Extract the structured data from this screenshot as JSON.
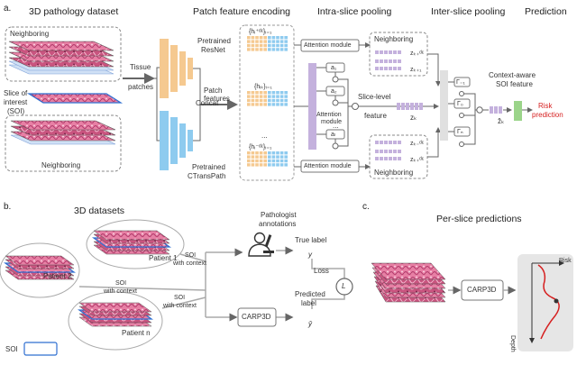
{
  "panel_a": {
    "label": "a.",
    "headers": {
      "dataset": "3D pathology dataset",
      "encoding": "Patch feature encoding",
      "intra": "Intra-slice pooling",
      "inter": "Inter-slice pooling",
      "prediction": "Prediction"
    },
    "neighboring_top": "Neighboring",
    "neighboring_bottom": "Neighboring",
    "soi_line1": "Slice of",
    "soi_line2": "interest",
    "soi_line3": "(SOI)",
    "tissue_line1": "Tissue",
    "tissue_line2": "patches",
    "pretrained_resnet_line1": "Pretrained",
    "pretrained_resnet_line2": "ResNet",
    "concat": "Concat",
    "pretrained_ctrans_line1": "Pretrained",
    "pretrained_ctrans_line2": "CTransPath",
    "patch_features_line1": "Patch",
    "patch_features_line2": "features",
    "feature_top": "{hᵢ⁺ᵈᵋ}ᵢ₌₁",
    "feature_mid": "{hᵢₖ}ᵢ₌₁",
    "feature_bot": "{hᵢ⁻ᵈᵋ}ᵢ₌₁",
    "attention_top": "Attention module",
    "attention_mid_line1": "Attention",
    "attention_mid_line2": "module",
    "attention_bot": "Attention module",
    "a1": "a₁",
    "a2": "a₂",
    "aI": "aₗ",
    "slice_level_line1": "Slice-level",
    "slice_level_line2": "feature",
    "zk": "zₖ",
    "neighboring_top_inter": "Neighboring",
    "neighboring_bot_inter": "Neighboring",
    "z_top1": "zₖ₊ᵈᵋ",
    "z_top2": "zₖ₊₁",
    "z_bot1": "zₖ₋ᵈᵋ",
    "z_bot2": "zₖ₊ᵈᵋ",
    "gamma_top": "Γ₋₁",
    "gamma_mid": "Γ₀",
    "gamma_bot": "Γₙ",
    "context_line1": "Context-aware",
    "context_line2": "SOI feature",
    "zk_hat": "ẑₖ",
    "risk_line1": "Risk",
    "risk_line2": "prediction",
    "dots": "..."
  },
  "panel_b": {
    "label": "b.",
    "datasets": "3D datasets",
    "patient1": "Patient 1",
    "patient2": "Patient 2",
    "patientn": "Patient n",
    "soi_context_1_line1": "SOI",
    "soi_context_1_line2": "with context",
    "soi_context_2_line1": "SOI",
    "soi_context_2_line2": "with context",
    "soi_context_3_line1": "SOI",
    "soi_context_3_line2": "with context",
    "pathologist_line1": "Pathologist",
    "pathologist_line2": "annotations",
    "true_label": "True label",
    "y": "y",
    "loss": "Loss",
    "L": "L",
    "predicted_line1": "Predicted",
    "predicted_line2": "label",
    "y_hat": "ŷ",
    "carp3d": "CARP3D",
    "soi_legend": "SOI"
  },
  "panel_c": {
    "label": "c.",
    "title": "Per-slice predictions",
    "carp3d": "CARP3D",
    "risk": "Risk",
    "depth": "Depth"
  },
  "colors": {
    "resnet": "#f5c990",
    "ctrans": "#8ecbef",
    "attention": "#c4b1dd",
    "gamma": "#e0e0e0",
    "pred_bar": "#9bd48a",
    "risk_text": "#d62020",
    "tissue": "#d9658c",
    "soi_box": "#2f6fd1"
  }
}
